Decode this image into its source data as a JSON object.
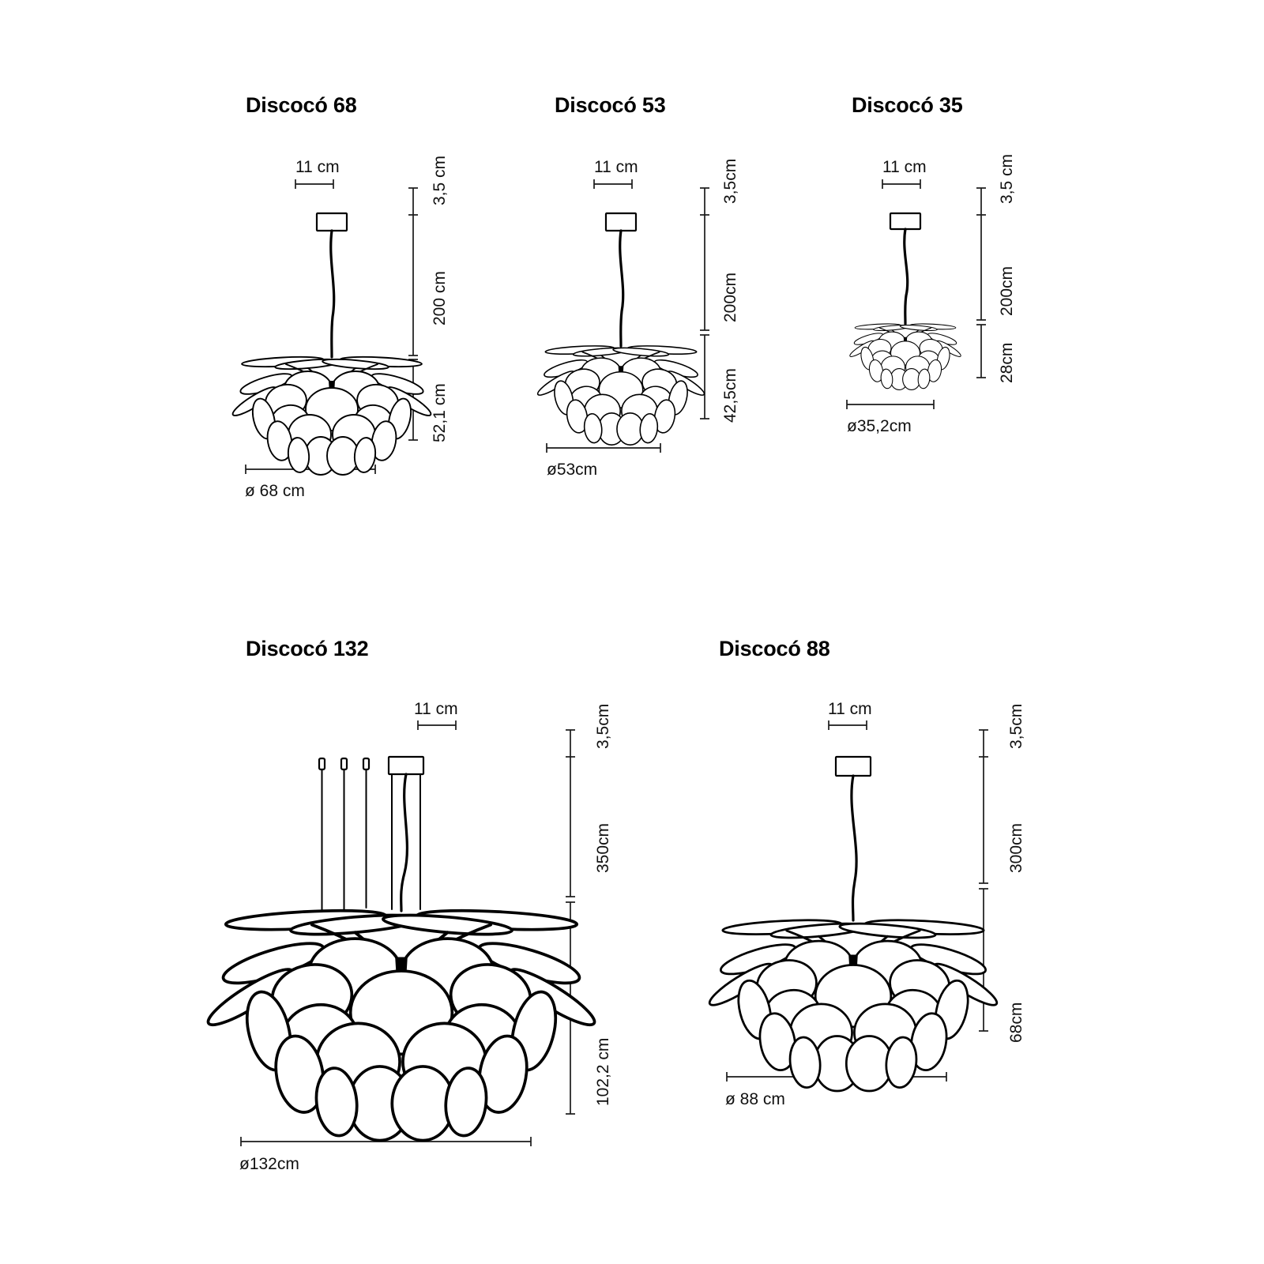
{
  "sheet": {
    "background": "#ffffff",
    "ink": "#000000",
    "product_family": "Discocó"
  },
  "panels": [
    {
      "id": "discoco-68",
      "title": "Discocó 68",
      "canopy_width_label": "11 cm",
      "vertical_dims": [
        {
          "label": "3,5 cm",
          "value": 3.5,
          "unit": "cm"
        },
        {
          "label": "200 cm",
          "value": 200,
          "unit": "cm"
        },
        {
          "label": "52,1 cm",
          "value": 52.1,
          "unit": "cm"
        }
      ],
      "diameter_label": "ø 68 cm",
      "diameter_value": 68,
      "shade_scale": 1.0,
      "suspension": "single-cable",
      "cable_count": 1
    },
    {
      "id": "discoco-53",
      "title": "Discocó 53",
      "canopy_width_label": "11 cm",
      "vertical_dims": [
        {
          "label": "3,5cm",
          "value": 3.5,
          "unit": "cm"
        },
        {
          "label": "200cm",
          "value": 200,
          "unit": "cm"
        },
        {
          "label": "42,5cm",
          "value": 42.5,
          "unit": "cm"
        }
      ],
      "diameter_label": "ø53cm",
      "diameter_value": 53,
      "shade_scale": 0.84,
      "suspension": "single-cable",
      "cable_count": 1
    },
    {
      "id": "discoco-35",
      "title": "Discocó 35",
      "canopy_width_label": "11 cm",
      "vertical_dims": [
        {
          "label": "3,5 cm",
          "value": 3.5,
          "unit": "cm"
        },
        {
          "label": "200cm",
          "value": 200,
          "unit": "cm"
        },
        {
          "label": "28cm",
          "value": 28,
          "unit": "cm"
        }
      ],
      "diameter_label": "ø35,2cm",
      "diameter_value": 35.2,
      "shade_scale": 0.56,
      "suspension": "single-cable",
      "cable_count": 1
    },
    {
      "id": "discoco-132",
      "title": "Discocó 132",
      "canopy_width_label": "11 cm",
      "vertical_dims": [
        {
          "label": "3,5cm",
          "value": 3.5,
          "unit": "cm"
        },
        {
          "label": "350cm",
          "value": 350,
          "unit": "cm"
        },
        {
          "label": "102,2 cm",
          "value": 102.2,
          "unit": "cm"
        }
      ],
      "diameter_label": "ø132cm",
      "diameter_value": 132,
      "shade_scale": 1.95,
      "suspension": "multi-cable",
      "cable_count": 4
    },
    {
      "id": "discoco-88",
      "title": "Discocó 88",
      "canopy_width_label": "11 cm",
      "vertical_dims": [
        {
          "label": "3,5cm",
          "value": 3.5,
          "unit": "cm"
        },
        {
          "label": "300cm",
          "value": 300,
          "unit": "cm"
        },
        {
          "label": "68cm",
          "value": 68,
          "unit": "cm"
        }
      ],
      "diameter_label": "ø 88 cm",
      "diameter_value": 88,
      "shade_scale": 1.45,
      "suspension": "single-cable",
      "cable_count": 1
    }
  ]
}
